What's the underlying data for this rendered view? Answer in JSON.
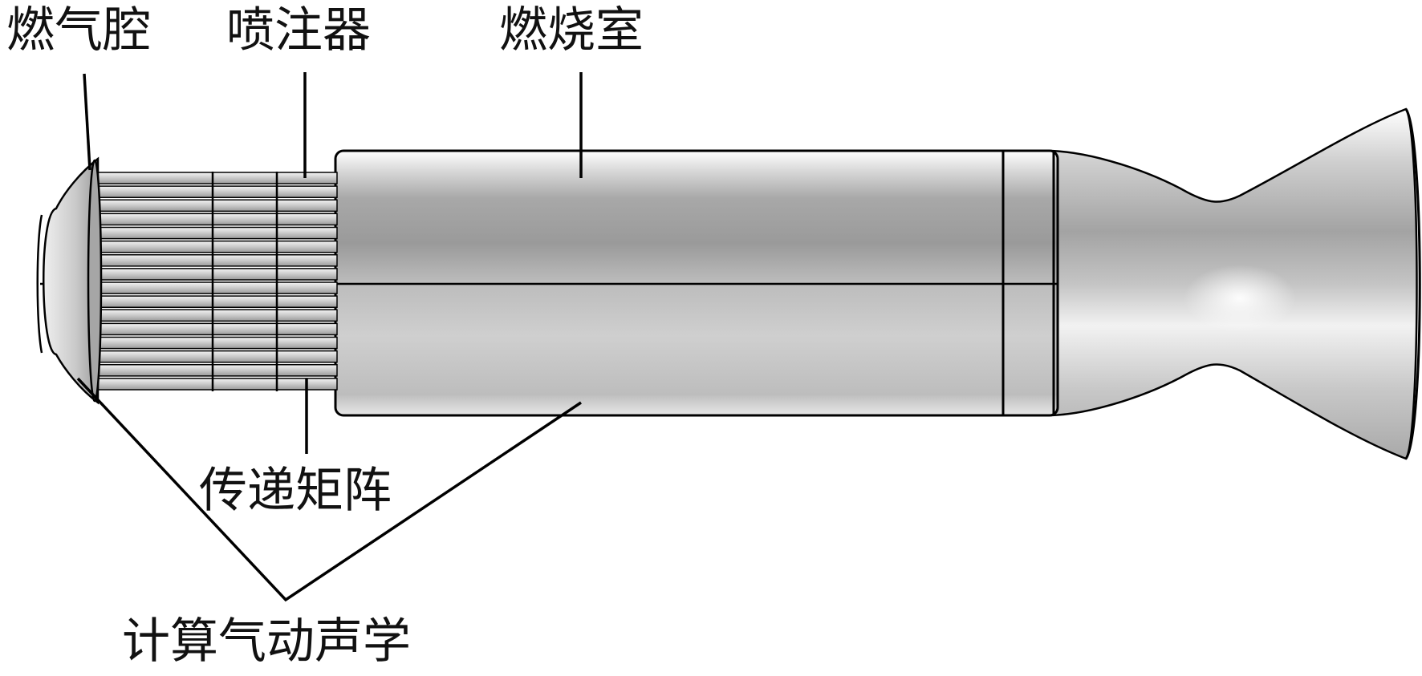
{
  "labels": {
    "gas_cavity": "燃气腔",
    "injector": "喷注器",
    "combustion_chamber": "燃烧室",
    "transfer_matrix": "传递矩阵",
    "cfd_acoustics": "计算气动声学"
  },
  "colors": {
    "background": "#ffffff",
    "metal_light": "#e2e2e2",
    "metal_mid": "#bdbdbd",
    "metal_dark": "#8f8f8f",
    "leader_line": "#000000"
  }
}
